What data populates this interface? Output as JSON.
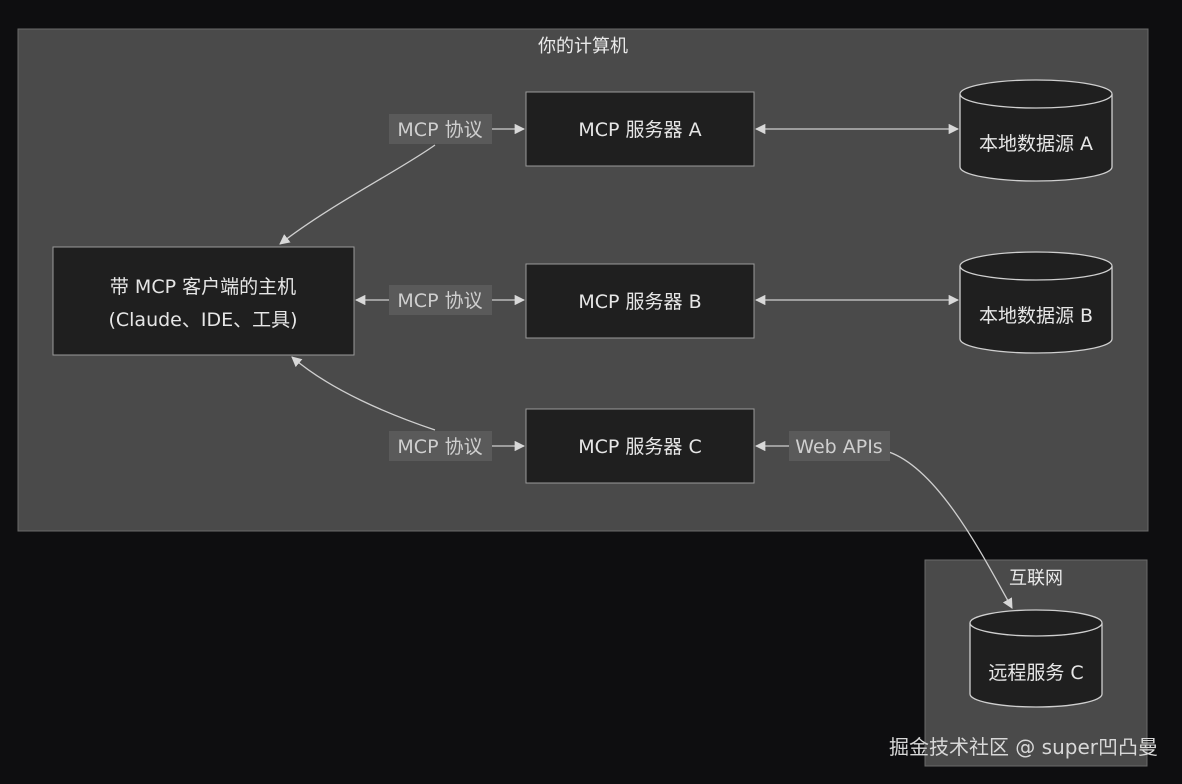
{
  "clusters": {
    "computer": {
      "title": "你的计算机"
    },
    "internet": {
      "title": "互联网"
    }
  },
  "nodes": {
    "host": {
      "line1": "带 MCP 客户端的主机",
      "line2": "(Claude、IDE、工具)"
    },
    "server_a": {
      "label": "MCP 服务器 A"
    },
    "server_b": {
      "label": "MCP 服务器 B"
    },
    "server_c": {
      "label": "MCP 服务器 C"
    },
    "datasource_a": {
      "label": "本地数据源 A"
    },
    "datasource_b": {
      "label": "本地数据源 B"
    },
    "remote_c": {
      "label": "远程服务 C"
    }
  },
  "edges": {
    "host_a": {
      "label": "MCP 协议"
    },
    "host_b": {
      "label": "MCP 协议"
    },
    "host_c": {
      "label": "MCP 协议"
    },
    "c_remote": {
      "label": "Web APIs"
    }
  },
  "watermark": {
    "text": "掘金技术社区 @ super凹凸曼"
  },
  "colors": {
    "background": "#0e0e10",
    "cluster_fill": "#4a4a4a",
    "node_fill": "#1f1f1f",
    "line": "#cfcfcf"
  }
}
